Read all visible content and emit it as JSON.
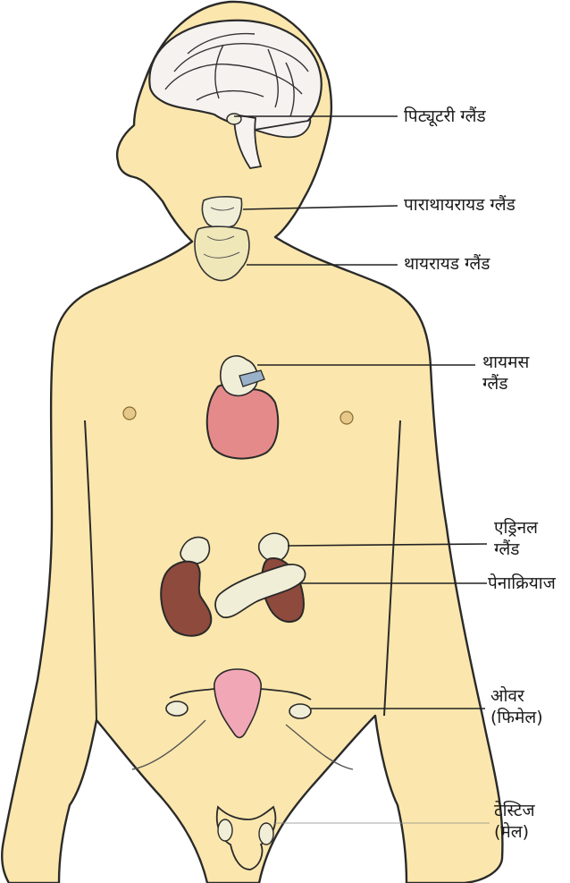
{
  "labels": {
    "pituitary": "पिट्यूटरी ग्लैंड",
    "parathyroid": "पाराथायरायड ग्लैंड",
    "thyroid": "थायरायड ग्लैंड",
    "thymus": [
      "थायमस",
      "ग्लैंड"
    ],
    "adrenal": [
      "एड्रिनल",
      "ग्लैंड"
    ],
    "pancreas": "पेनाक्रियाज",
    "ovary": [
      "ओवर",
      "(फिमेल)"
    ],
    "testis": [
      "टेस्टिज",
      "(मेल)"
    ]
  },
  "colors": {
    "skin": "#fbe7ad",
    "outline": "#2a2a2a",
    "heart": "#e58a8a",
    "kidney": "#8e4a3c",
    "gland": "#f1eed7",
    "uterus": "#f2a7b6",
    "brain": "#f6f2f0",
    "leader": "#222222"
  }
}
